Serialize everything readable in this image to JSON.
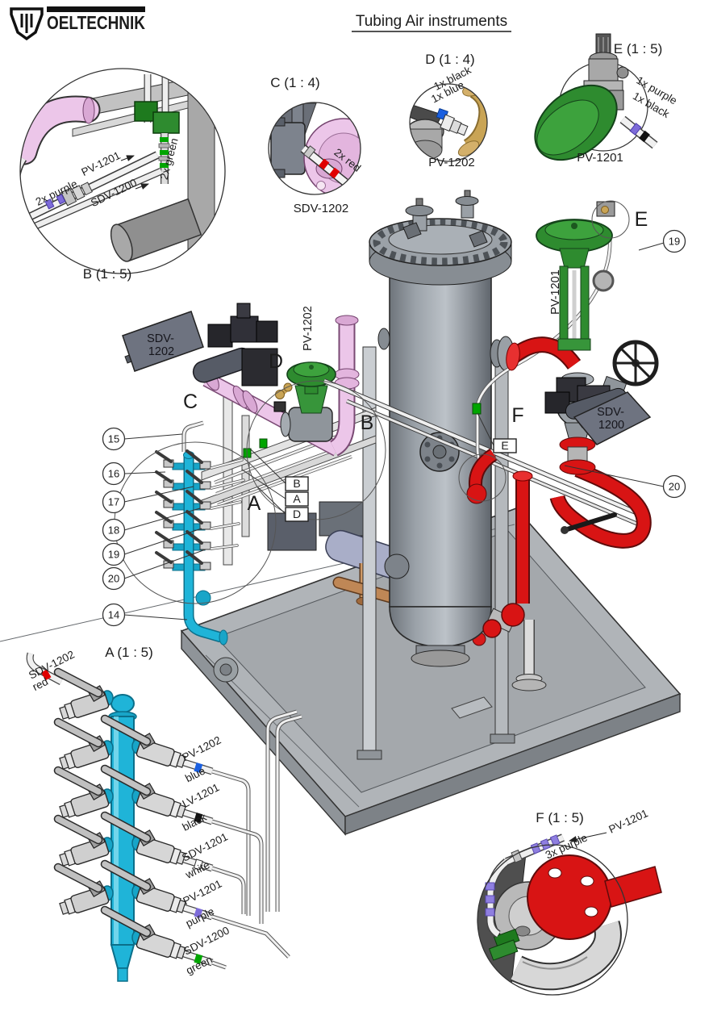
{
  "header": {
    "logo_text": "OELTECHNIK",
    "title": "Tubing Air instruments"
  },
  "details": {
    "b": {
      "heading": "B (1 : 5)",
      "label_purple": "2x purple",
      "label_pv": "PV-1201",
      "label_sdv": "SDV-1200",
      "label_green": "2x green"
    },
    "c": {
      "heading": "C (1 : 4)",
      "label_red": "2x red",
      "caption": "SDV-1202"
    },
    "d": {
      "heading": "D (1 : 4)",
      "label_black": "1x black",
      "label_blue": "1x blue",
      "caption": "PV-1202"
    },
    "e": {
      "heading": "E (1 : 5)",
      "label_purple": "1x purple",
      "label_black": "1x black",
      "caption": "PV-1201"
    },
    "a": {
      "heading": "A (1 : 5)",
      "top_label": {
        "tag": "SDV-1202",
        "color": "red"
      },
      "right_labels": [
        {
          "tag": "PV-1202",
          "color": "blue"
        },
        {
          "tag": "LV-1201",
          "color": "black"
        },
        {
          "tag": "SDV-1201",
          "color": "white"
        },
        {
          "tag": "PV-1201",
          "color": "purple"
        },
        {
          "tag": "SDV-1200",
          "color": "green"
        }
      ]
    },
    "f": {
      "heading": "F (1 : 5)",
      "label_purple": "3x purple",
      "label_tag": "PV-1201"
    }
  },
  "main": {
    "plate_sdv1202": {
      "line1": "SDV-",
      "line2": "1202"
    },
    "plate_sdv1200": {
      "line1": "SDV-",
      "line2": "1200"
    },
    "letters": {
      "a": "A",
      "b": "B",
      "c": "C",
      "d": "D",
      "e": "E",
      "f": "F"
    },
    "boxed_labels": {
      "b": "B",
      "a": "A",
      "d": "D",
      "e": "E"
    },
    "balloons_left": [
      "15",
      "16",
      "17",
      "18",
      "19",
      "20",
      "14"
    ],
    "balloons_right": [
      "19",
      "20"
    ],
    "equipment_tags": {
      "pv1202": "PV-1202",
      "pv1201": "PV-1201"
    }
  },
  "colors": {
    "pipe_cyan": "#1fb4d8",
    "pipe_pink": "#ecc6e9",
    "pipe_red": "#d81414",
    "actuator_green": "#2e8b2f",
    "brass": "#c9a455",
    "copper": "#bf8756",
    "marker_red": "#e00000",
    "marker_blue": "#1a5fe0",
    "marker_black": "#111111",
    "marker_white": "#ffffff",
    "marker_purple": "#7d6bd9",
    "marker_green": "#00a500"
  }
}
